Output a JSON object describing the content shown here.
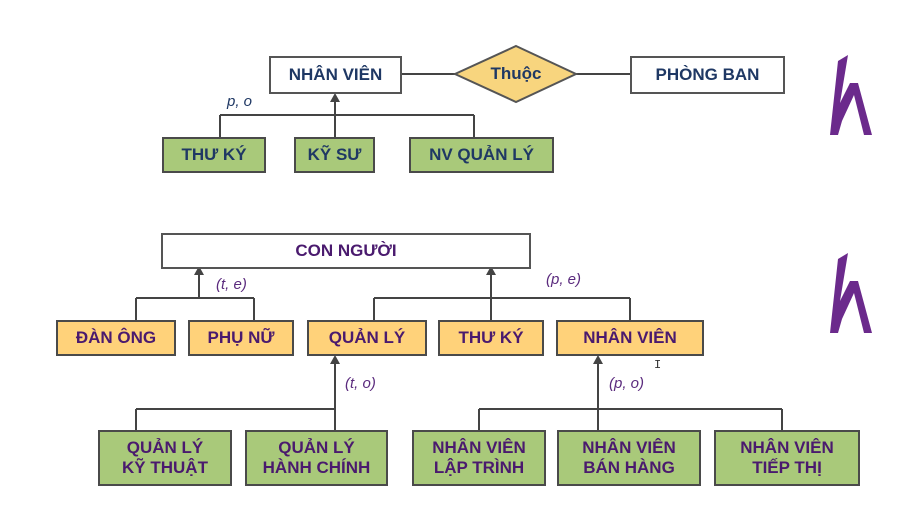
{
  "diagram1": {
    "nhan_vien": "NHÂN VIÊN",
    "thuoc": "Thuộc",
    "phong_ban": "PHÒNG BAN",
    "constraint": "p, o",
    "thu_ky": "THƯ KÝ",
    "ky_su": "KỸ SƯ",
    "nv_quan_ly": "NV QUẢN LÝ"
  },
  "diagram2": {
    "con_nguoi": "CON NGƯỜI",
    "constraint_te": "(t, e)",
    "constraint_pe": "(p, e)",
    "dan_ong": "ĐÀN ÔNG",
    "phu_nu": "PHỤ NỮ",
    "quan_ly": "QUẢN LÝ",
    "thu_ky": "THƯ KÝ",
    "nhan_vien": "NHÂN VIÊN",
    "constraint_to": "(t, o)",
    "constraint_po": "(p, o)",
    "ql_ky_thuat": [
      "QUẢN LÝ",
      "KỸ THUẬT"
    ],
    "ql_hanh_chinh": [
      "QUẢN LÝ",
      "HÀNH CHÍNH"
    ],
    "nv_lap_trinh": [
      "NHÂN VIÊN",
      "LẬP TRÌNH"
    ],
    "nv_ban_hang": [
      "NHÂN VIÊN",
      "BÁN HÀNG"
    ],
    "nv_tiep_thi": [
      "NHÂN VIÊN",
      "TIẾP THỊ"
    ]
  },
  "colors": {
    "green_fill": "#a9c97a",
    "yellow_fill": "#ffd27a",
    "diamond_fill": "#f8d57e",
    "purple_text": "#4a1a6e",
    "navy_text": "#1f3864",
    "logo_purple": "#6b2a8c"
  },
  "icons": {
    "logo": "h-logo-icon",
    "cursor": "text-cursor-icon"
  }
}
